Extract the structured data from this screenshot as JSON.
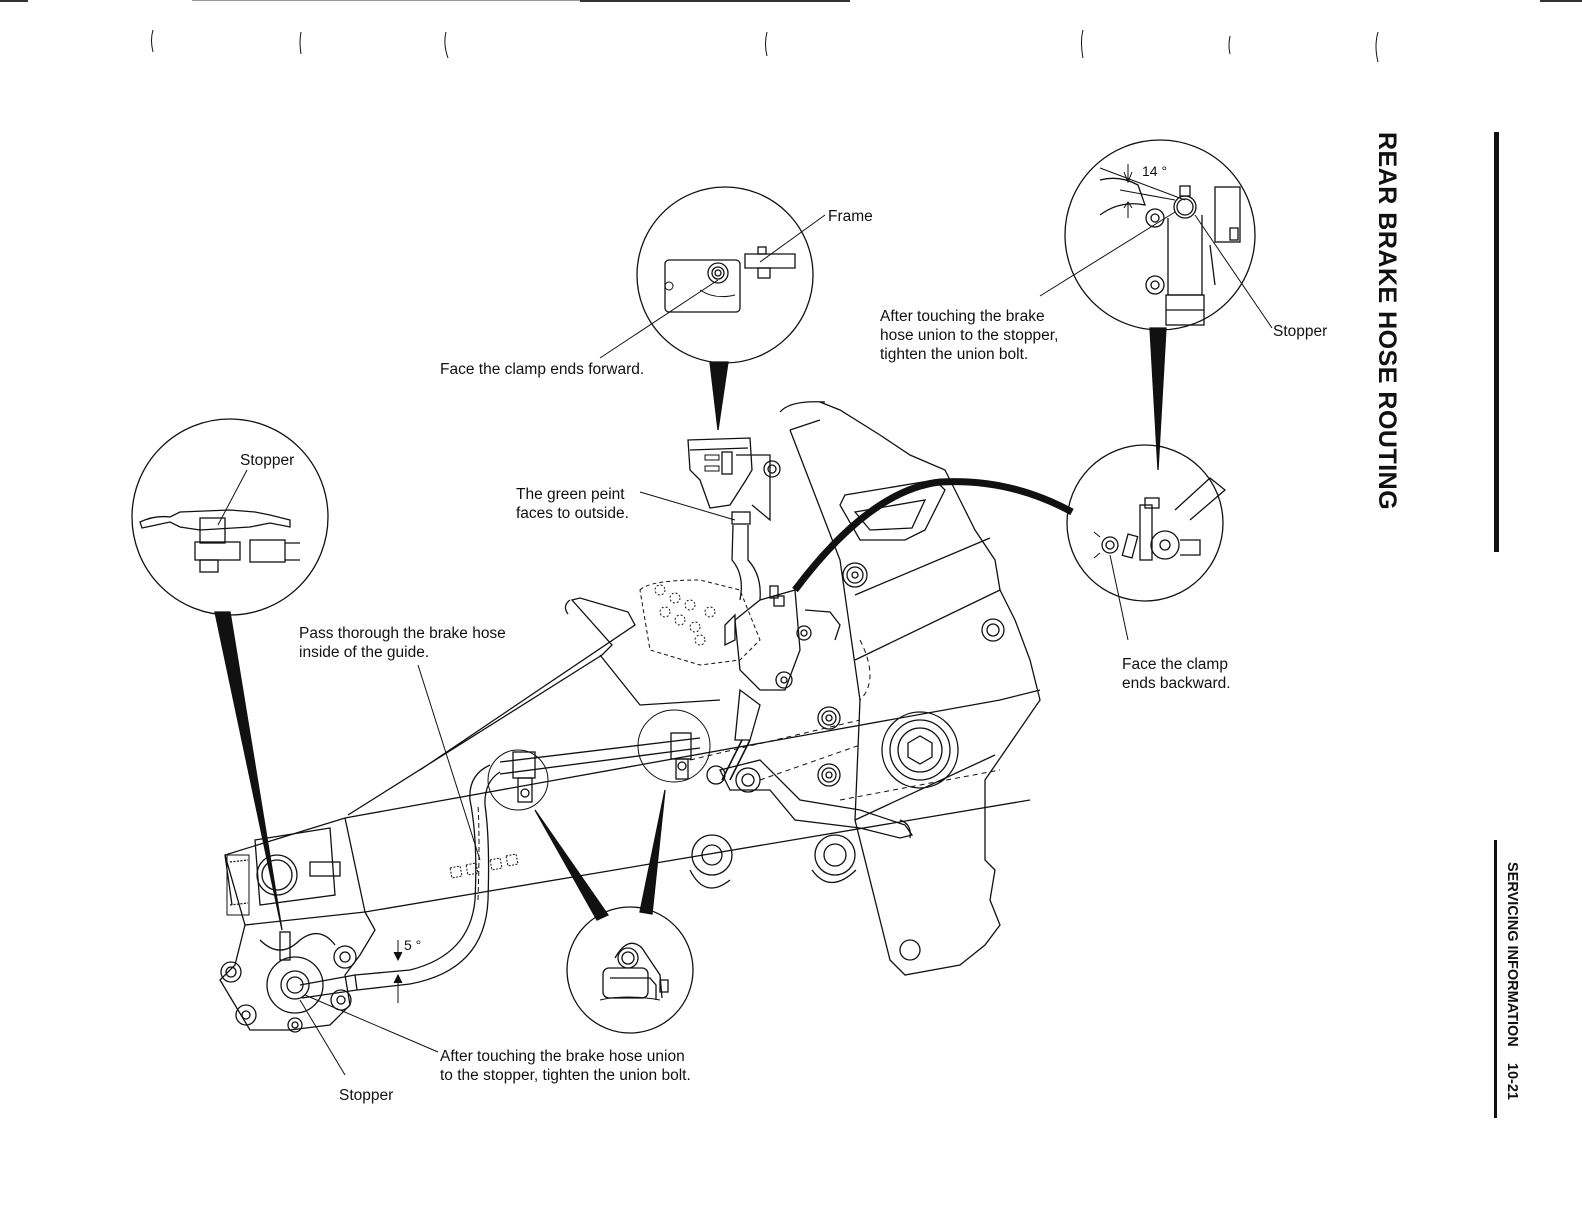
{
  "page": {
    "section_title": "REAR BRAKE HOSE ROUTING",
    "chapter": "SERVICING INFORMATION",
    "page_number": "10-21"
  },
  "callouts": {
    "frame": "Frame",
    "clamp_forward": "Face the clamp ends forward.",
    "union_top_right": "After touching the brake\nhose union to the stopper,\ntighten the union bolt.",
    "stopper_top_right": "Stopper",
    "angle_top": "14 °",
    "stopper_left": "Stopper",
    "green_paint": "The green peint\nfaces to outside.",
    "pass_guide": "Pass thorough the brake hose\ninside of the guide.",
    "clamp_backward": "Face the clamp\nends backward.",
    "angle_bottom": "5 °",
    "union_bottom": "After touching the brake hose union\nto the stopper, tighten the union bolt.",
    "stopper_bottom": "Stopper"
  }
}
